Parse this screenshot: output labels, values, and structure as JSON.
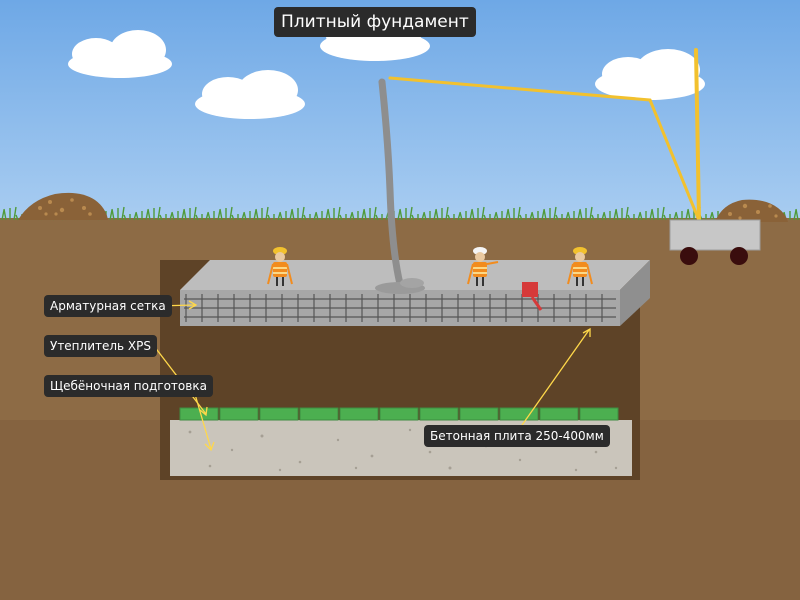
{
  "title": "Плитный фундамент",
  "labels": {
    "rebar": "Арматурная сетка",
    "insulation": "Утеплитель XPS",
    "gravel": "Щебёночная подготовка",
    "slab": "Бетонная плита 250-400мм"
  },
  "colors": {
    "sky": "#7fb2e8",
    "soil": "#8d6b45",
    "pit": "#5e4327",
    "concrete": "#b9b9b9",
    "insulation": "#4caf50",
    "gravel": "#cac5bb",
    "crane": "#f2c12e",
    "vest": "#f28c1e",
    "pointer": "#ffd84a"
  }
}
